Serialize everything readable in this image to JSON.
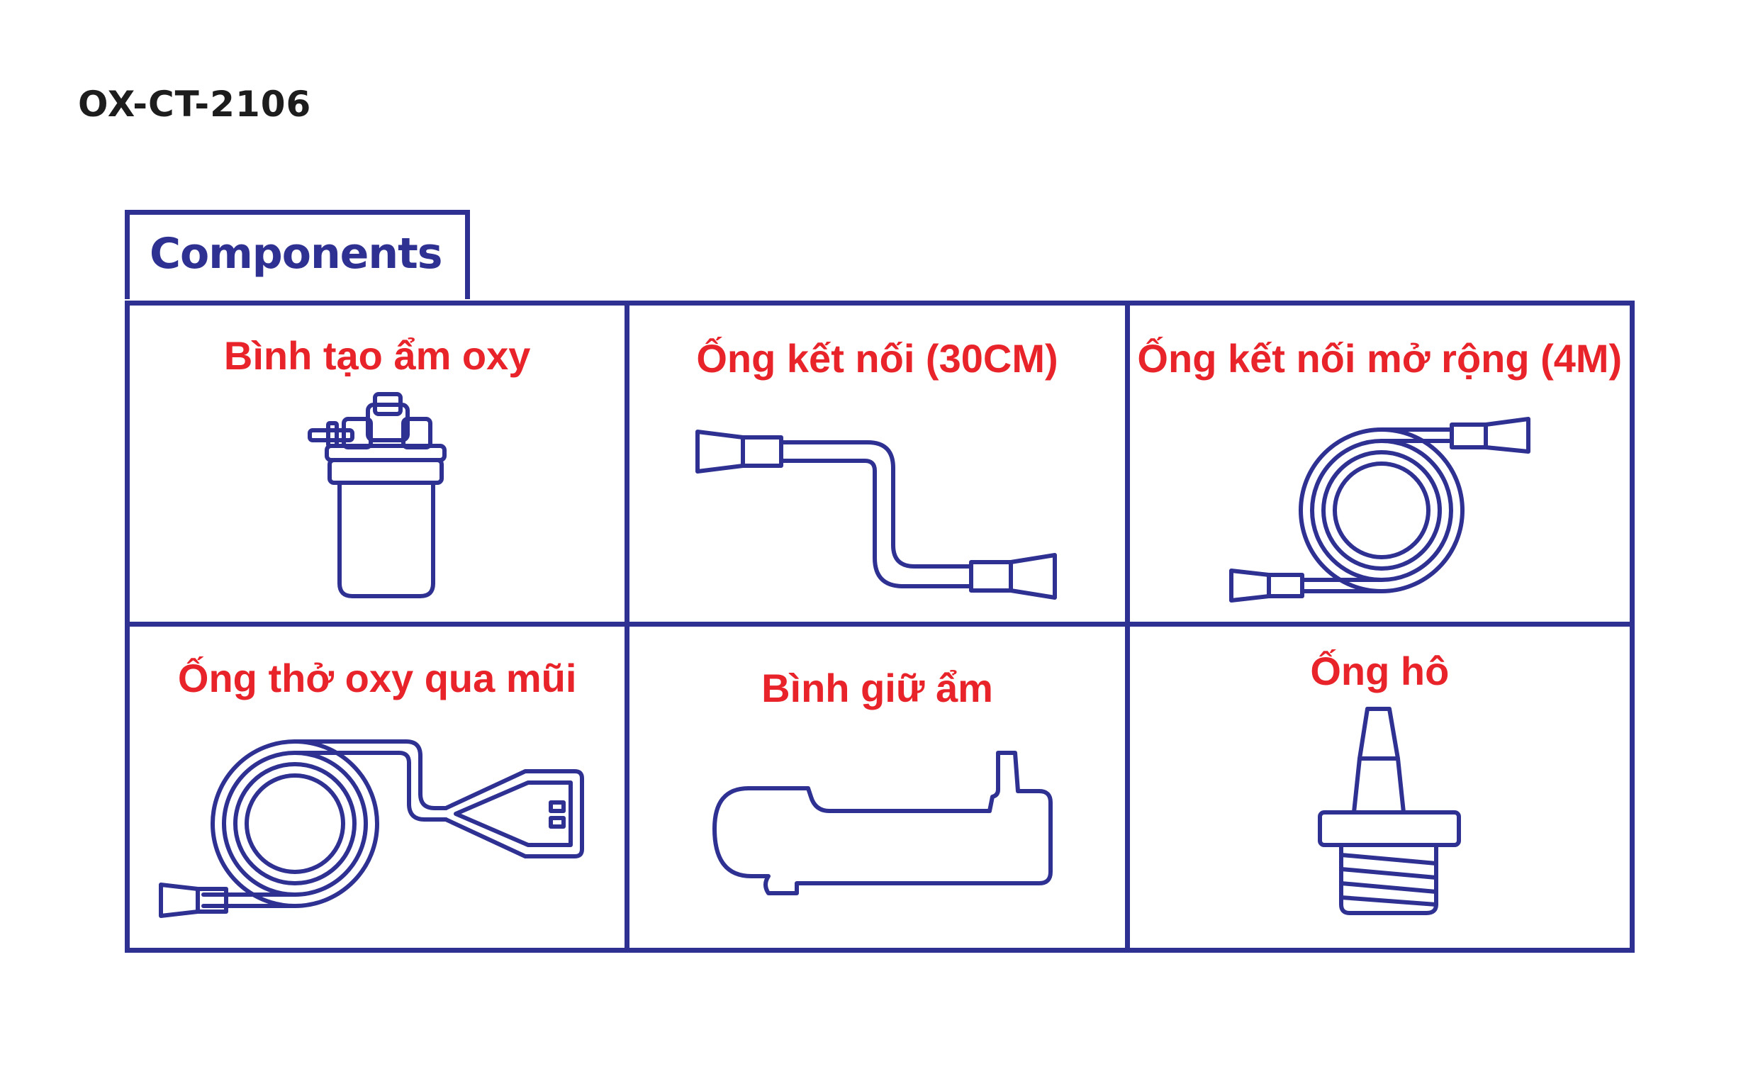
{
  "header": {
    "product_code": "OX-CT-2106"
  },
  "components": {
    "title": "Components",
    "items": [
      {
        "label": "Bình tạo ẩm oxy",
        "icon": "humidifier-bottle-icon"
      },
      {
        "label": "Ống kết nối (30CM)",
        "icon": "connecting-tube-icon"
      },
      {
        "label": "Ống kết nối mở rộng (4M)",
        "icon": "coiled-extension-tube-icon"
      },
      {
        "label": "Ống thở oxy qua mũi",
        "icon": "nasal-cannula-icon"
      },
      {
        "label": "Bình giữ ẩm",
        "icon": "humidifier-holder-icon"
      },
      {
        "label": "Ống hô",
        "icon": "threaded-nozzle-icon"
      }
    ]
  },
  "colors": {
    "frame": "#2e3192",
    "label": "#e8232a",
    "code": "#1d1d1d"
  }
}
